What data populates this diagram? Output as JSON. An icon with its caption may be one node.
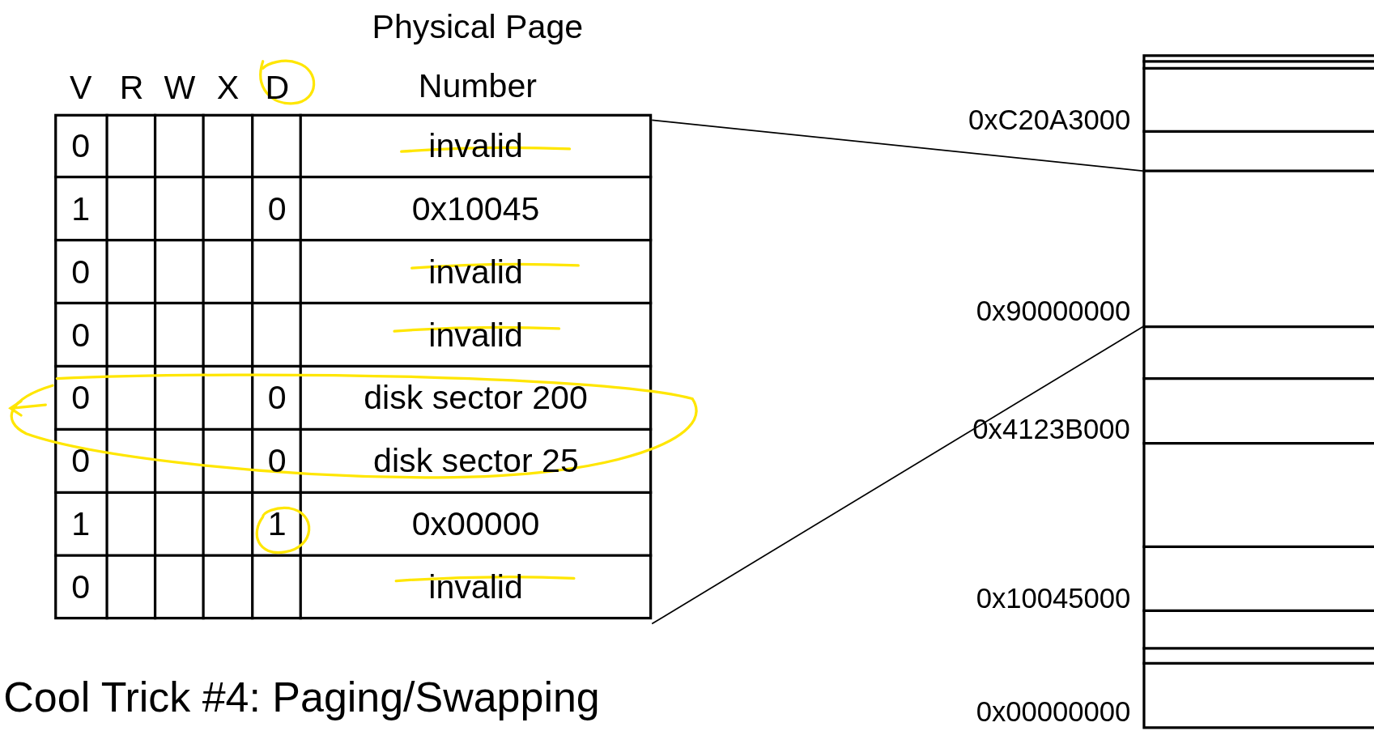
{
  "diagram": {
    "caption": "Cool Trick #4: Paging/Swapping",
    "nodes": [
      {
        "text": [],
        "shape": "box"
      },
      {
        "text": [],
        "shape": "box"
      }
    ],
    "edges": [
      {
        "from": 0,
        "to": 1,
        "arrow": "none"
      },
      {
        "from": 0,
        "to": 1,
        "arrow": "none"
      }
    ],
    "labels": [
      "V",
      "R",
      "W",
      "X",
      "D",
      "Physical Page Number",
      "0",
      "invalid",
      "1",
      "0",
      "0x10045",
      "0",
      "invalid",
      "0",
      "invalid",
      "0",
      "0",
      "disk sector 200",
      "0",
      "0",
      "disk sector 25",
      "1",
      "1",
      "0x00000",
      "0",
      "invalid",
      "0xC20A3000",
      "0x90000000",
      "0x4123B000",
      "0x10045000",
      "0x00000000"
    ]
  }
}
